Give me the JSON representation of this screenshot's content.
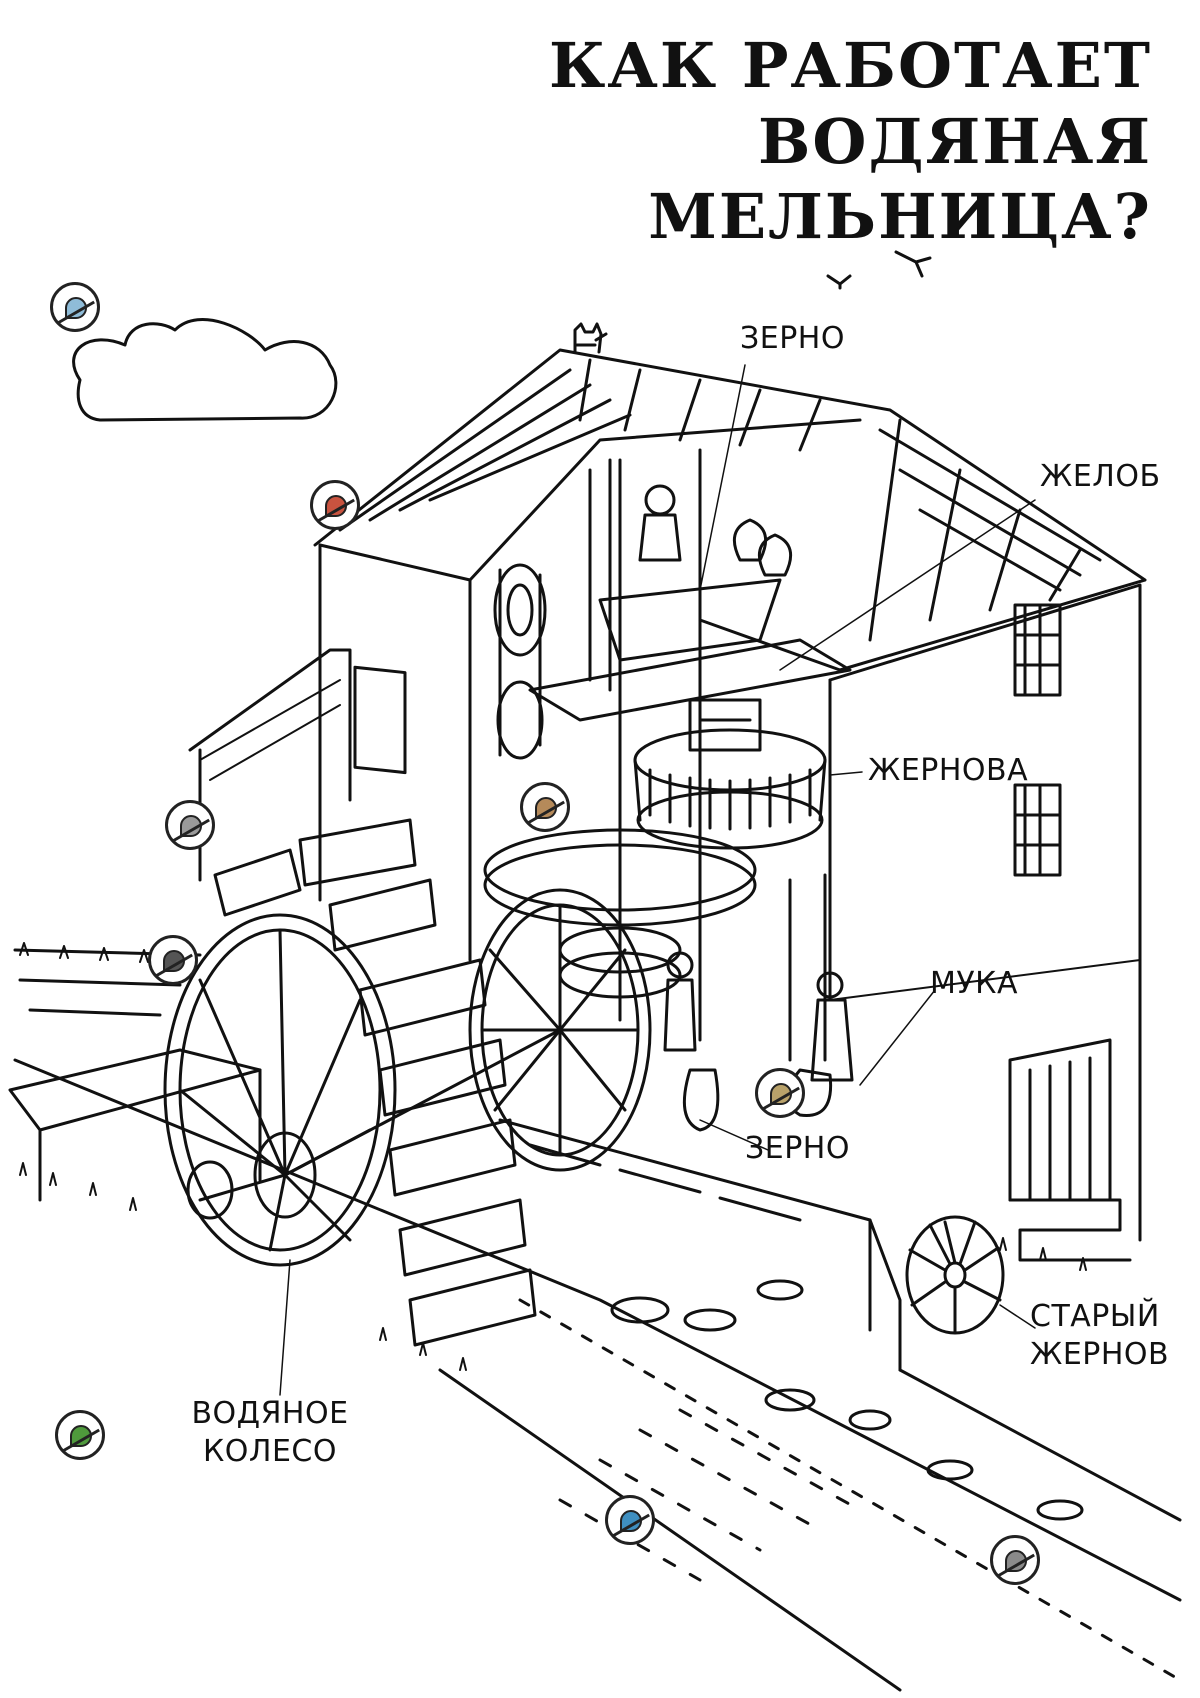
{
  "title": {
    "line1": "Как работает",
    "line2": "водяная мельница?"
  },
  "labels": {
    "grain_top": "ЗЕРНО",
    "chute": "ЖЕЛОБ",
    "millstones": "ЖЕРНОВА",
    "flour": "МУКА",
    "grain_bottom": "ЗЕРНО",
    "old_millstone_line1": "СТАРЫЙ",
    "old_millstone_line2": "ЖЕРНОВ",
    "water_wheel_line1": "ВОДЯНОЕ",
    "water_wheel_line2": "КОЛЕСО"
  },
  "paint_markers": [
    {
      "name": "paint-marker-sky",
      "color": "#8fbcd8"
    },
    {
      "name": "paint-marker-roof",
      "color": "#c9533f"
    },
    {
      "name": "paint-marker-wall",
      "color": "#9a9a9a"
    },
    {
      "name": "paint-marker-wood",
      "color": "#b58a5a"
    },
    {
      "name": "paint-marker-dark",
      "color": "#555555"
    },
    {
      "name": "paint-marker-sack",
      "color": "#b9a26a"
    },
    {
      "name": "paint-marker-grass",
      "color": "#4f9a3c"
    },
    {
      "name": "paint-marker-water",
      "color": "#3f8fc0"
    },
    {
      "name": "paint-marker-stone",
      "color": "#8a8a8a"
    }
  ]
}
